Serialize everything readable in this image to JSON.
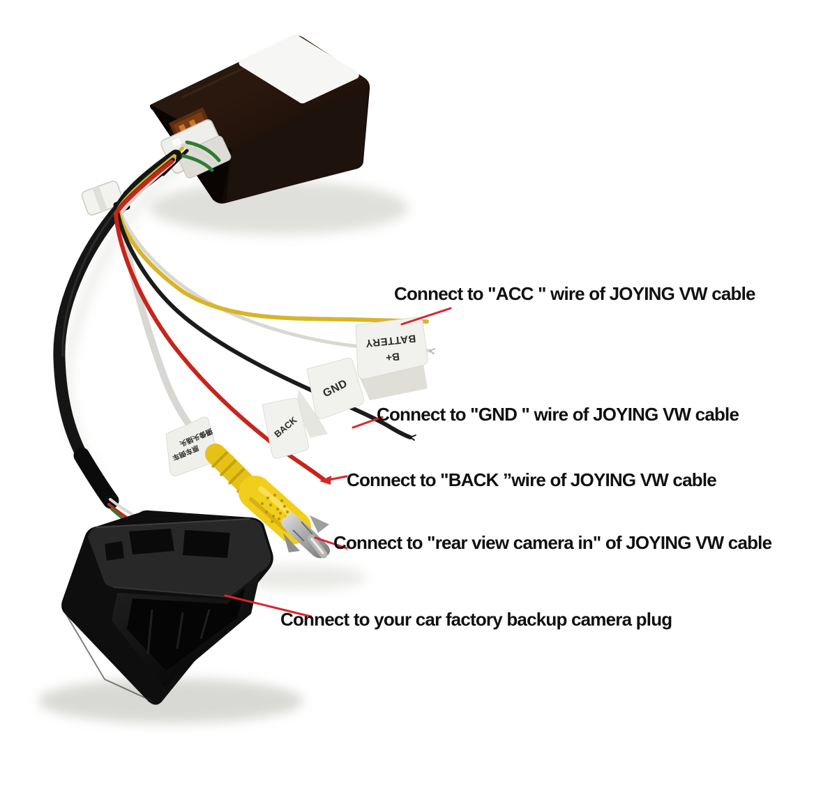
{
  "annotations": {
    "acc": "Connect to \"ACC \" wire of JOYING VW cable",
    "gnd": "Connect to \"GND \" wire of JOYING VW cable",
    "back": "Connect to \"BACK ”wire of JOYING VW cable",
    "camera_in": "Connect to \"rear view camera in\" of JOYING VW cable",
    "factory_plug": "Connect to your car factory backup camera plug"
  },
  "wire_tags": {
    "battery": {
      "lines": [
        "B+",
        "BATTERY"
      ]
    },
    "gnd": "GND",
    "back": "BACK",
    "chinese": {
      "lines": [
        "原车倒车",
        "摄像头插头"
      ]
    }
  },
  "colors": {
    "annotation_text": "#101010",
    "annotation_line": "#d8262c",
    "wire_yellow": "#d8b528",
    "wire_red": "#c6251d",
    "wire_black": "#1b1b1b",
    "wire_white": "#d8d7d2",
    "wire_green": "#2e7d32",
    "rca_yellow": "#f1ce1c",
    "tag_fill": "#f1f1ed"
  }
}
